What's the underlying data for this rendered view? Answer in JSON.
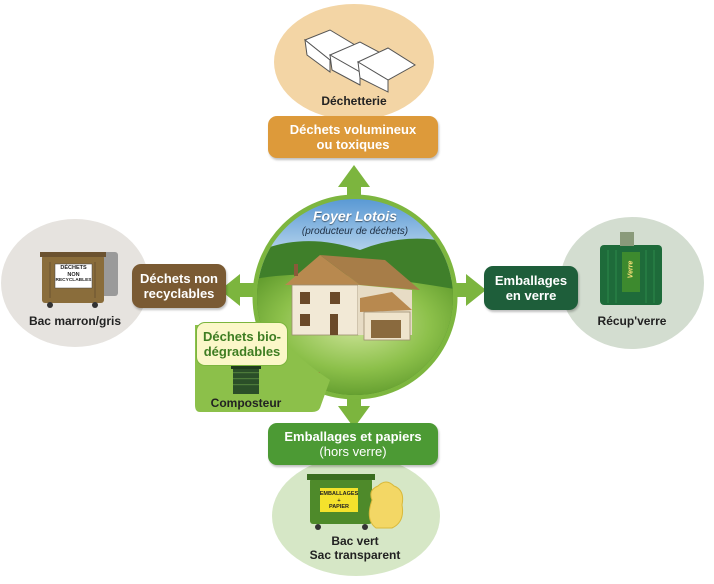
{
  "center": {
    "title": "Foyer Lotois",
    "subtitle": "(producteur de déchets)"
  },
  "top": {
    "place": "Déchetterie",
    "category_line1": "Déchets volumineux",
    "category_line2": "ou toxiques",
    "box_color": "#dd9a3a",
    "oval_color": "#f3d5a5"
  },
  "left": {
    "place": "Bac marron/gris",
    "category_line1": "Déchets non",
    "category_line2": "recyclables",
    "bin_label_line1": "DÉCHETS",
    "bin_label_line2": "NON",
    "bin_label_line3": "RECYCLABLES",
    "box_color": "#7a5a33",
    "oval_color": "#e6e3df"
  },
  "right": {
    "place": "Récup'verre",
    "category_line1": "Emballages",
    "category_line2": "en verre",
    "container_label": "Verre",
    "box_color": "#1e5e3a",
    "oval_color": "#d3ddd0"
  },
  "bottom": {
    "place_line1": "Bac vert",
    "place_line2": "Sac transparent",
    "category_line1": "Emballages et papiers",
    "category_line2": "(hors verre)",
    "bin_label_line1": "EMBALLAGES",
    "bin_label_line2": "+",
    "bin_label_line3": "PAPIER",
    "box_color": "#4c9a34",
    "oval_color": "#d6e7c6"
  },
  "compost": {
    "category_line1": "Déchets bio-",
    "category_line2": "dégradables",
    "place": "Composteur",
    "box_color": "#fbf7c8",
    "text_color": "#3e7d22"
  },
  "colors": {
    "arrow": "#7cb53e",
    "circle": "#7db63f"
  }
}
